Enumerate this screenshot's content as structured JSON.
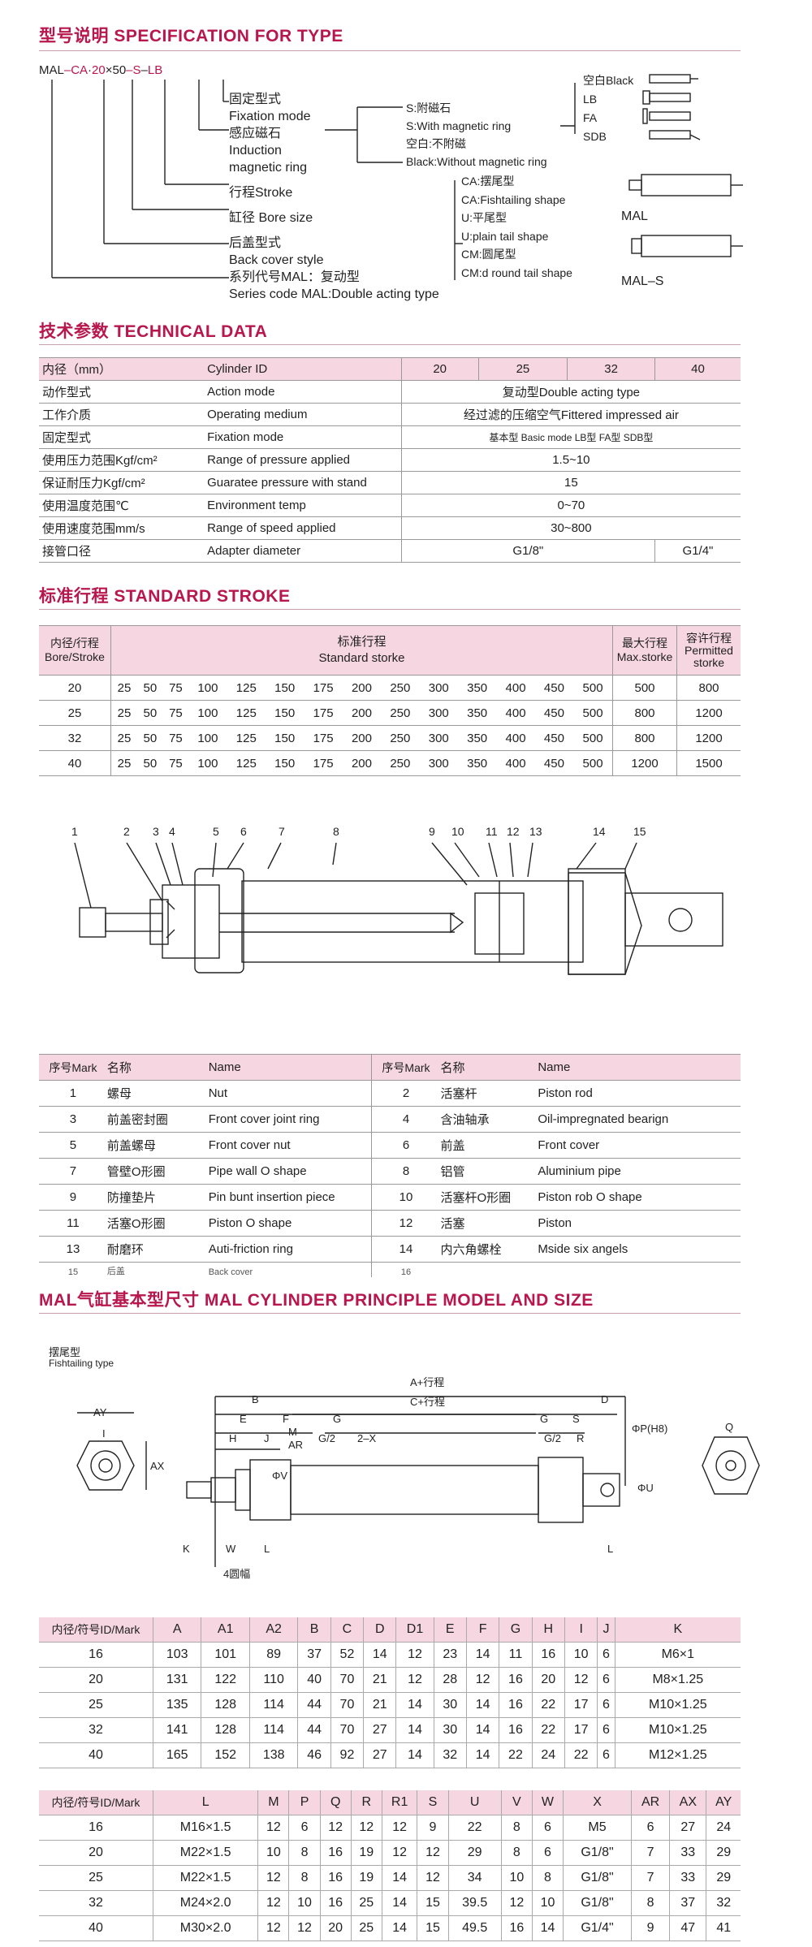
{
  "spec": {
    "title": "型号说明 SPECIFICATION FOR TYPE",
    "code": {
      "p1": "MAL",
      "d1": "–",
      "p2": "CA",
      "d2": "·",
      "p3": "20",
      "x": "×",
      "p4": "50",
      "d3": "–",
      "p5": "S",
      "d4": "–",
      "p6": "LB"
    },
    "labels": [
      {
        "cn": "固定型式",
        "en": "Fixation mode"
      },
      {
        "cn": "感应磁石",
        "en": "Induction"
      },
      {
        "cn": "",
        "en": "magnetic ring"
      },
      {
        "cn": "行程Stroke",
        "en": ""
      },
      {
        "cn": "缸径 Bore size",
        "en": ""
      },
      {
        "cn": "后盖型式",
        "en": "Back cover style"
      },
      {
        "cn": "系列代号MAL：复动型",
        "en": "Series code MAL:Double acting type"
      }
    ],
    "magnet": [
      "S:附磁石",
      "S:With magnetic ring",
      "空白:不附磁",
      "Black:Without magnetic ring"
    ],
    "fixation": [
      "空白Black",
      "LB",
      "FA",
      "SDB"
    ],
    "tail": [
      "CA:摆尾型",
      "CA:Fishtailing shape",
      "U:平尾型",
      "U:plain tail shape",
      "CM:圆尾型",
      "CM:d round tail shape"
    ],
    "tail_models": [
      "MAL",
      "MAL–S"
    ]
  },
  "tech": {
    "title": "技术参数 TECHNICAL DATA",
    "header": {
      "cn": "内径（mm）",
      "en": "Cylinder ID",
      "bores": [
        "20",
        "25",
        "32",
        "40"
      ]
    },
    "rows": [
      {
        "cn": "动作型式",
        "en": "Action mode",
        "val": "复动型Double acting type"
      },
      {
        "cn": "工作介质",
        "en": "Operating medium",
        "val": "经过滤的压缩空气Fittered impressed air"
      },
      {
        "cn": "固定型式",
        "en": "Fixation mode",
        "val": "基本型 Basic mode  LB型  FA型  SDB型"
      },
      {
        "cn": "使用压力范围Kgf/cm²",
        "en": "Range of pressure applied",
        "val": "1.5~10"
      },
      {
        "cn": "保证耐压力Kgf/cm²",
        "en": "Guaratee pressure with stand",
        "val": "15"
      },
      {
        "cn": "使用温度范围℃",
        "en": "Environment temp",
        "val": "0~70"
      },
      {
        "cn": "使用速度范围mm/s",
        "en": "Range of speed applied",
        "val": "30~800"
      }
    ],
    "adapter": {
      "cn": "接管口径",
      "en": "Adapter diameter",
      "v1": "G1/8\"",
      "v2": "G1/4\""
    }
  },
  "stroke": {
    "title": "标准行程 STANDARD STROKE",
    "h1cn": "内径/行程",
    "h1en": "Bore/Stroke",
    "h2cn": "标准行程",
    "h2en": "Standard storke",
    "h3cn": "最大行程",
    "h3en": "Max.storke",
    "h4cn": "容许行程",
    "h4en1": "Permitted",
    "h4en2": "storke",
    "strokes": [
      "25",
      "50",
      "75",
      "100",
      "125",
      "150",
      "175",
      "200",
      "250",
      "300",
      "350",
      "400",
      "450",
      "500"
    ],
    "rows": [
      {
        "bore": "20",
        "max": "500",
        "permit": "800"
      },
      {
        "bore": "25",
        "max": "800",
        "permit": "1200"
      },
      {
        "bore": "32",
        "max": "800",
        "permit": "1200"
      },
      {
        "bore": "40",
        "max": "1200",
        "permit": "1500"
      }
    ]
  },
  "drawing_numbers": [
    "1",
    "2",
    "3",
    "4",
    "5",
    "6",
    "7",
    "8",
    "9",
    "10",
    "11",
    "12",
    "13",
    "14",
    "15"
  ],
  "parts": {
    "headers": {
      "mark": "序号Mark",
      "cn": "名称",
      "en": "Name"
    },
    "rows": [
      [
        "1",
        "螺母",
        "Nut",
        "2",
        "活塞杆",
        "Piston rod"
      ],
      [
        "3",
        "前盖密封圈",
        "Front cover joint ring",
        "4",
        "含油轴承",
        "Oil-impregnated bearign"
      ],
      [
        "5",
        "前盖螺母",
        "Front cover nut",
        "6",
        "前盖",
        "Front cover"
      ],
      [
        "7",
        "管壁O形圈",
        "Pipe wall O shape",
        "8",
        "铝管",
        "Aluminium pipe"
      ],
      [
        "9",
        "防撞垫片",
        "Pin bunt insertion piece",
        "10",
        "活塞杆O形圈",
        "Piston rob O shape"
      ],
      [
        "11",
        "活塞O形圈",
        "Piston O shape",
        "12",
        "活塞",
        "Piston"
      ],
      [
        "13",
        "耐磨环",
        "Auti-friction ring",
        "14",
        "内六角螺栓",
        "Mside six angels"
      ],
      [
        "15",
        "后盖",
        "Back cover",
        "16",
        ""
      ]
    ]
  },
  "model": {
    "title": "MAL气缸基本型尺寸 MAL CYLINDER PRINCIPLE MODEL AND SIZE",
    "type_cn": "摆尾型",
    "type_en": "Fishtailing type",
    "dims": [
      "A+行程",
      "B",
      "C+行程",
      "D",
      "E",
      "F",
      "G",
      "G",
      "S",
      "H",
      "J",
      "M",
      "AR",
      "G/2",
      "G/2",
      "2–X",
      "R",
      "ΦP(H8)",
      "ΦV",
      "ΦU",
      "K",
      "W",
      "L",
      "L",
      "AY",
      "I",
      "AX",
      "Q",
      "4圆幅"
    ]
  },
  "size1": {
    "headers": [
      "内径/符号ID/Mark",
      "A",
      "A1",
      "A2",
      "B",
      "C",
      "D",
      "D1",
      "E",
      "F",
      "G",
      "H",
      "I",
      "J",
      "K"
    ],
    "rows": [
      [
        "16",
        "103",
        "101",
        "89",
        "37",
        "52",
        "14",
        "12",
        "23",
        "14",
        "11",
        "16",
        "10",
        "6",
        "M6×1"
      ],
      [
        "20",
        "131",
        "122",
        "110",
        "40",
        "70",
        "21",
        "12",
        "28",
        "12",
        "16",
        "20",
        "12",
        "6",
        "M8×1.25"
      ],
      [
        "25",
        "135",
        "128",
        "114",
        "44",
        "70",
        "21",
        "14",
        "30",
        "14",
        "16",
        "22",
        "17",
        "6",
        "M10×1.25"
      ],
      [
        "32",
        "141",
        "128",
        "114",
        "44",
        "70",
        "27",
        "14",
        "30",
        "14",
        "16",
        "22",
        "17",
        "6",
        "M10×1.25"
      ],
      [
        "40",
        "165",
        "152",
        "138",
        "46",
        "92",
        "27",
        "14",
        "32",
        "14",
        "22",
        "24",
        "22",
        "6",
        "M12×1.25"
      ]
    ]
  },
  "size2": {
    "headers": [
      "内径/符号ID/Mark",
      "L",
      "M",
      "P",
      "Q",
      "R",
      "R1",
      "S",
      "U",
      "V",
      "W",
      "X",
      "AR",
      "AX",
      "AY"
    ],
    "rows": [
      [
        "16",
        "M16×1.5",
        "12",
        "6",
        "12",
        "12",
        "12",
        "9",
        "22",
        "8",
        "6",
        "M5",
        "6",
        "27",
        "24"
      ],
      [
        "20",
        "M22×1.5",
        "10",
        "8",
        "16",
        "19",
        "12",
        "12",
        "29",
        "8",
        "6",
        "G1/8\"",
        "7",
        "33",
        "29"
      ],
      [
        "25",
        "M22×1.5",
        "12",
        "8",
        "16",
        "19",
        "14",
        "12",
        "34",
        "10",
        "8",
        "G1/8\"",
        "7",
        "33",
        "29"
      ],
      [
        "32",
        "M24×2.0",
        "12",
        "10",
        "16",
        "25",
        "14",
        "15",
        "39.5",
        "12",
        "10",
        "G1/8\"",
        "8",
        "37",
        "32"
      ],
      [
        "40",
        "M30×2.0",
        "12",
        "12",
        "20",
        "25",
        "14",
        "15",
        "49.5",
        "16",
        "14",
        "G1/4\"",
        "9",
        "47",
        "41"
      ]
    ]
  }
}
